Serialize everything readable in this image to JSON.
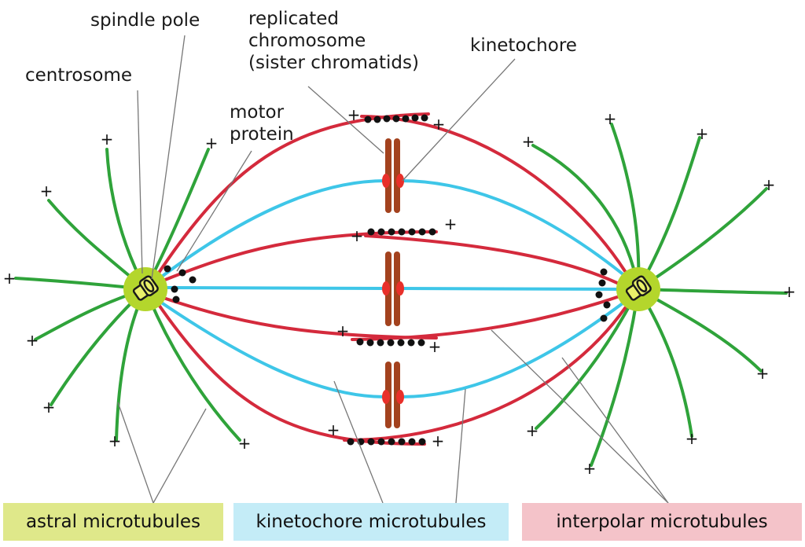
{
  "labels": {
    "spindle_pole": "spindle pole",
    "centrosome": "centrosome",
    "replicated_chromosome_line1": "replicated",
    "replicated_chromosome_line2": "chromosome",
    "replicated_chromosome_line3": "(sister chromatids)",
    "kinetochore": "kinetochore",
    "motor_protein_line1": "motor",
    "motor_protein_line2": "protein",
    "plus_sign": "+"
  },
  "legend": {
    "astral": "astral microtubules",
    "kinetochore": "kinetochore microtubules",
    "interpolar": "interpolar microtubules"
  },
  "colors": {
    "astral": "#2fa33a",
    "astral_highlight": "#d9e24a",
    "kinetochore_mt": "#3ec6e8",
    "interpolar": "#d42a3c",
    "centrosome_fill": "#b4d62c",
    "chromatid": "#a3421e",
    "kinetochore_dot": "#e8302a",
    "motor": "#111111",
    "legend_astral_bg": "#dfe88a",
    "legend_kinetochore_bg": "#c4ecf7",
    "legend_interpolar_bg": "#f4c3c9",
    "leader_line": "#777777"
  }
}
